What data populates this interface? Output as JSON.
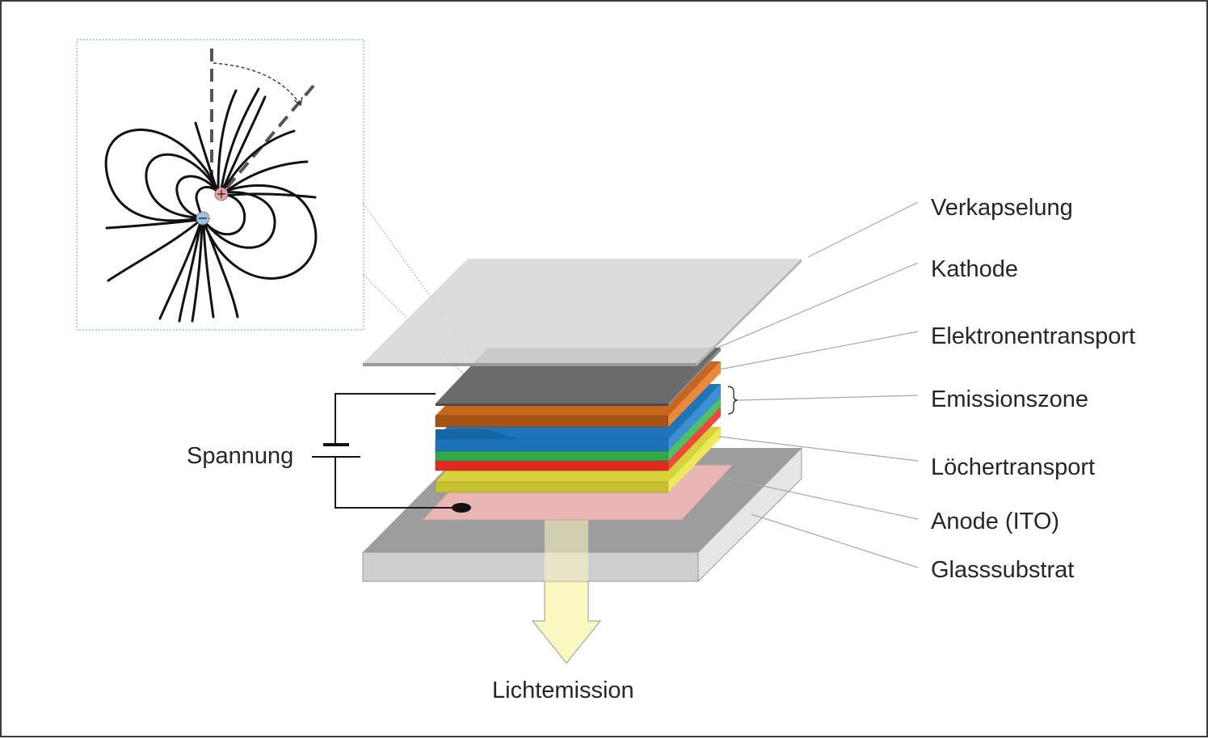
{
  "labels": {
    "encapsulation": "Verkapselung",
    "cathode": "Kathode",
    "electron_transport": "Elektronentransport",
    "emission_zone": "Emissionszone",
    "hole_transport": "Löchertransport",
    "anode": "Anode (ITO)",
    "glass_substrate": "Glasssubstrat",
    "voltage": "Spannung",
    "light_emission": "Lichtemission"
  },
  "colors": {
    "encapsulation": "#d6d8d8",
    "cathode": "#6b6b6b",
    "electron_transport": "#c8661e",
    "emission_blue": "#1e74b9",
    "emission_green": "#2fa84a",
    "emission_red": "#dd2a22",
    "hole_transport": "#d6d23a",
    "anode": "#eab5b5",
    "glass_substrate": "#9d9d9d",
    "light_arrow": "#fbf7c0",
    "dipole_positive": "#e8a0a0",
    "dipole_negative": "#9ec3e0"
  },
  "icons": {
    "inset": "dipole-field-icon",
    "battery": "battery-icon",
    "arrow": "light-arrow-icon"
  }
}
